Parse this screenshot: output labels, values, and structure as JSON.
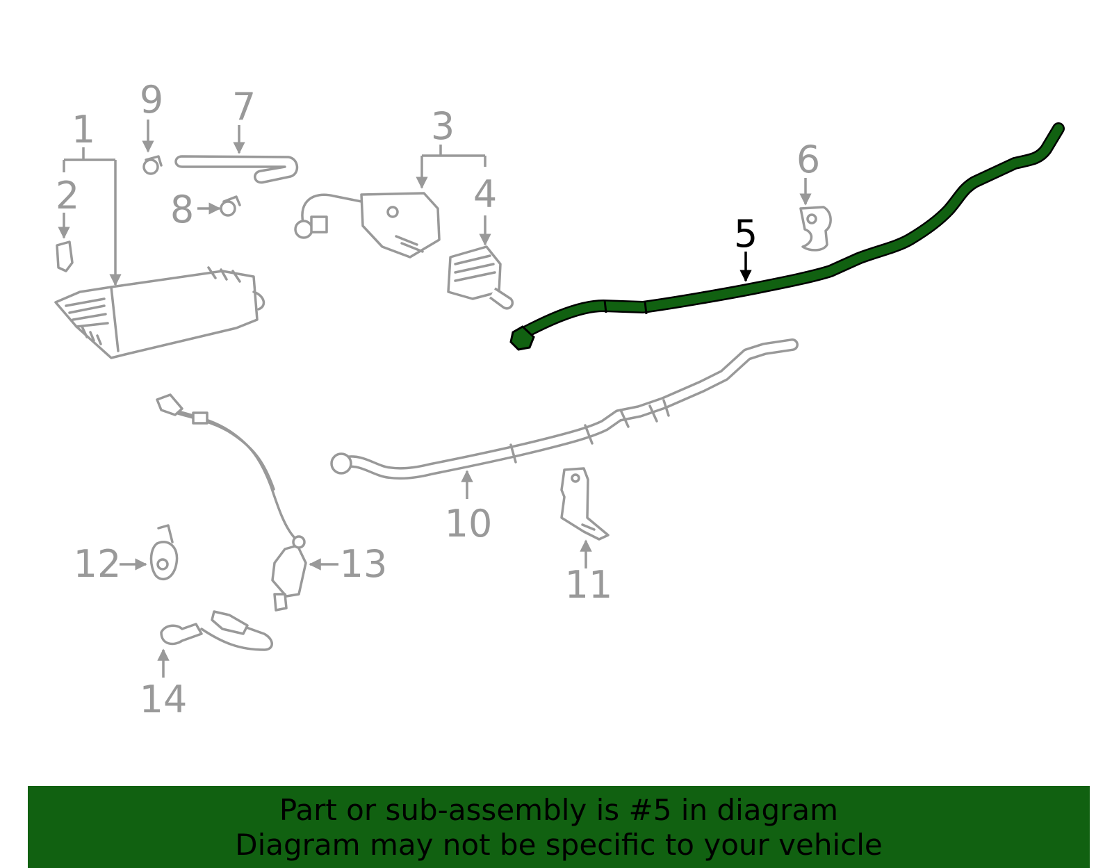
{
  "diagram": {
    "callouts": {
      "c1": "1",
      "c2": "2",
      "c3": "3",
      "c4": "4",
      "c5": "5",
      "c6": "6",
      "c7": "7",
      "c8": "8",
      "c9": "9",
      "c10": "10",
      "c11": "11",
      "c12": "12",
      "c13": "13",
      "c14": "14"
    },
    "highlight_part": "5",
    "highlight_color": "#116111",
    "line_color": "#999999"
  },
  "banner": {
    "line1": "Part or sub-assembly is #5 in diagram",
    "line2": "Diagram may not be specific to your vehicle",
    "background": "#116111"
  }
}
